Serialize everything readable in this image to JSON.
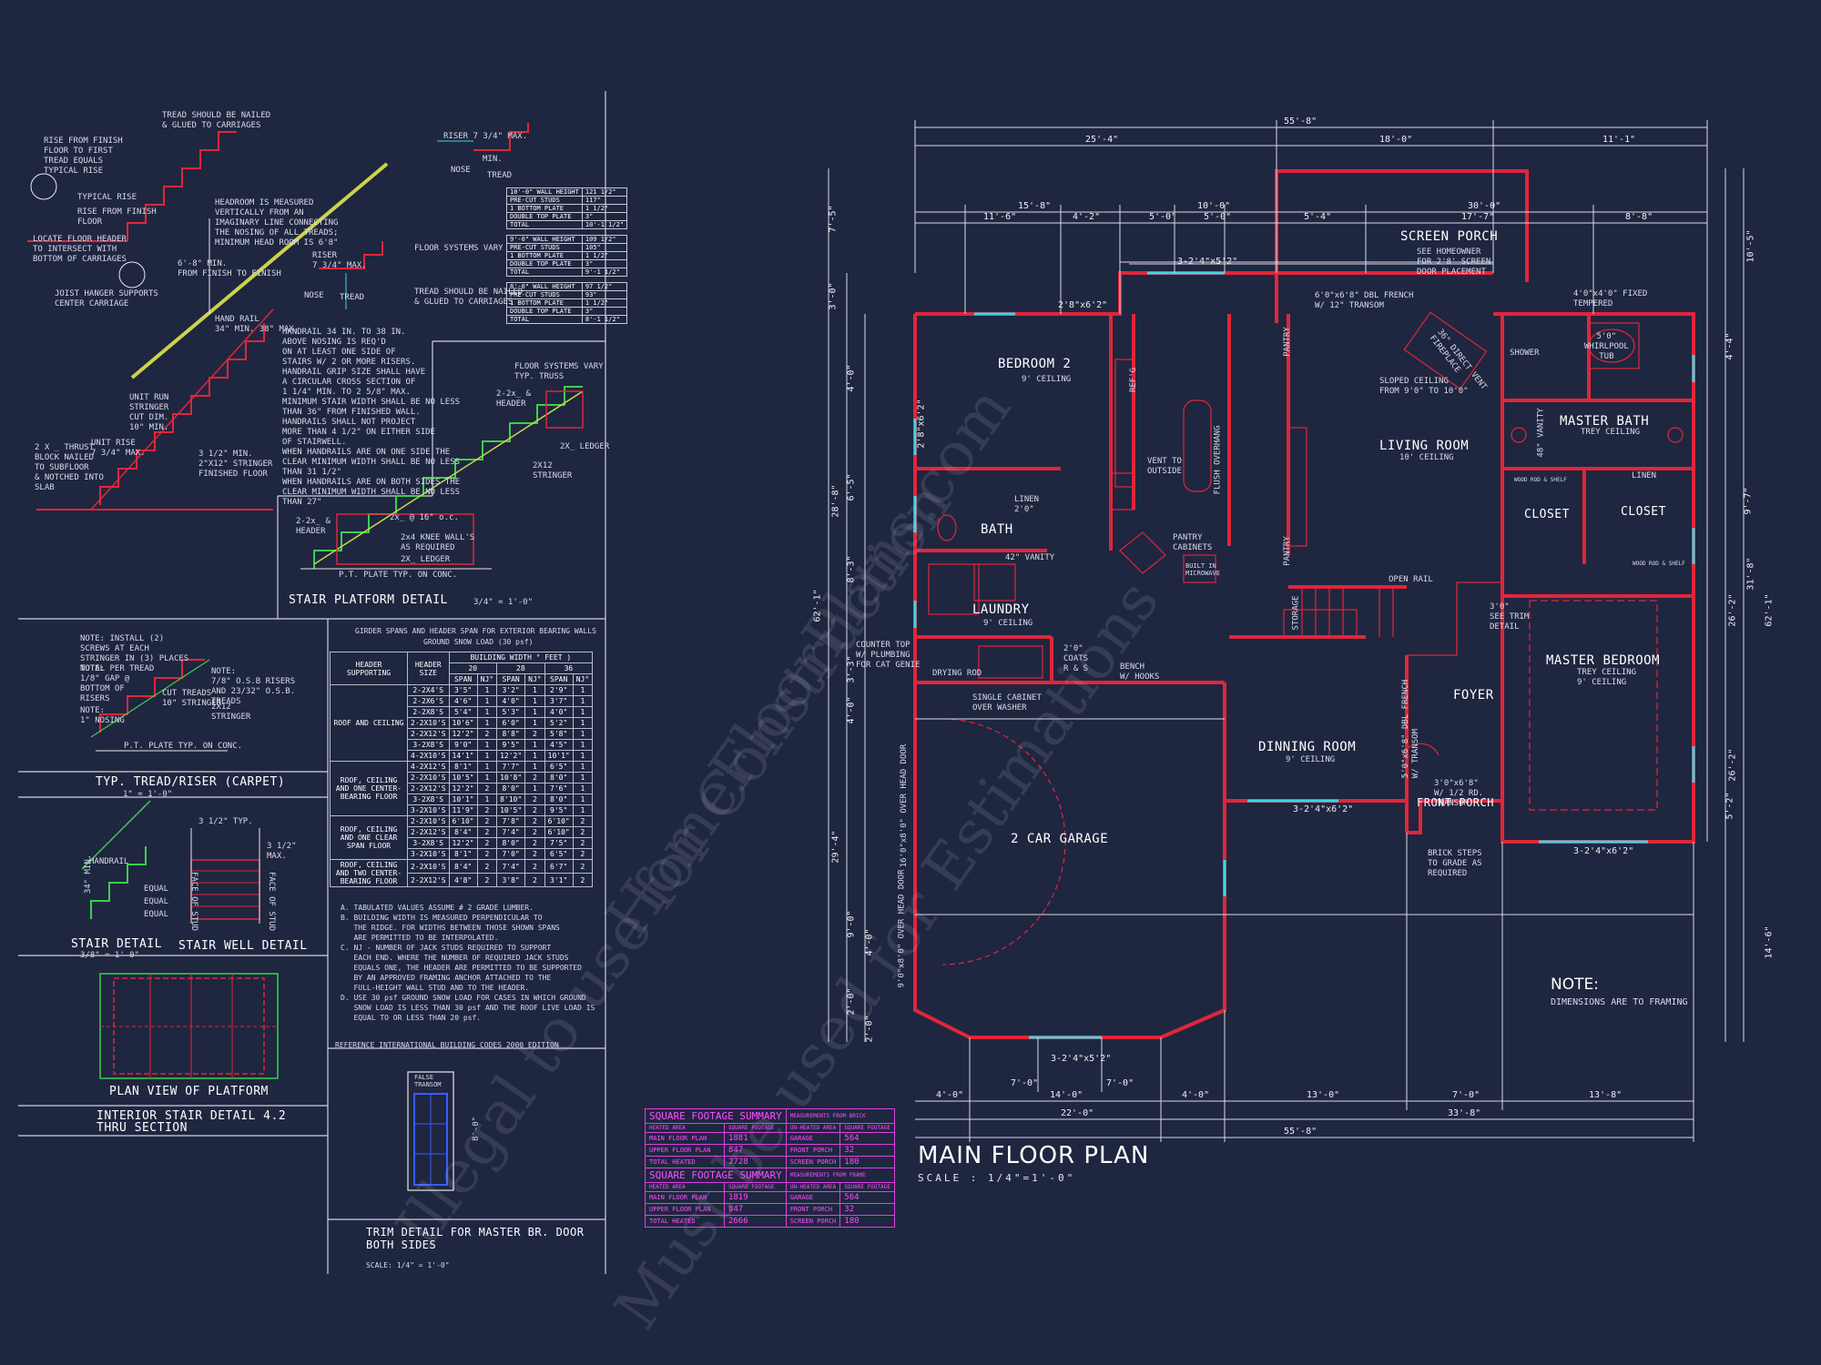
{
  "plan": {
    "title": "MAIN FLOOR PLAN",
    "scale": "SCALE : 1/4\"=1'-0\"",
    "note_title": "NOTE:",
    "note_text": "DIMENSIONS ARE TO FRAMING",
    "rooms": {
      "screen_porch": "SCREEN PORCH",
      "screen_porch_note": "SEE HOMEOWNER\nFOR 2'8' SCREEN\nDOOR PLACEMENT",
      "bedroom2": "BEDROOM 2",
      "bedroom2_ceiling": "9' CEILING",
      "living_room": "LIVING ROOM",
      "living_ceiling": "10' CEILING",
      "master_bath": "MASTER BATH",
      "master_bath_ceiling": "TREY CEILING",
      "bath": "BATH",
      "laundry": "LAUNDRY",
      "laundry_ceiling": "9' CEILING",
      "closet1": "CLOSET",
      "closet2": "CLOSET",
      "master_bedroom": "MASTER BEDROOM",
      "master_bedroom_ceiling": "TREY CEILING\n9' CEILING",
      "foyer": "FOYER",
      "dining_room": "DINNING ROOM",
      "dining_ceiling": "9' CEILING",
      "garage": "2 CAR GARAGE",
      "front_porch": "FRONT PORCH",
      "pantry1": "PANTRY",
      "pantry2": "PANTRY",
      "storage": "STORAGE",
      "linen1": "LINEN\n2'0\"",
      "linen2": "LINEN",
      "shower": "SHOWER",
      "whirlpool": "5'0\"\nWHIRLPOOL\nTUB",
      "vanity42": "42\" VANITY",
      "vanity48": "48\" VANITY",
      "coats": "2'0\"\nCOATS\nR & S",
      "bench": "BENCH\nW/ HOOKS",
      "pantry_cabinets": "PANTRY\nCABINETS",
      "built_in": "BUILT IN\nMICROWAVE",
      "vent": "VENT TO\nOUTSIDE",
      "flush": "FLUSH OVERHANG",
      "ref": "REF'G",
      "sloped": "SLOPED CEILING\nFROM 9'0\" TO 10'0\"",
      "open_rail": "OPEN RAIL",
      "brick_steps": "BRICK STEPS\nTO GRADE AS\nREQUIRED",
      "single_cabinet": "SINGLE CABINET\nOVER WASHER",
      "drying_rod": "DRYING ROD",
      "counter_top": "COUNTER TOP\nW/ PLUMBING\nFOR CAT GENIE",
      "fixed_tempered": "4'0\"x4'0\" FIXED\nTEMPERED",
      "french_door": "6'0\"x6'8\" DBL FRENCH\nW/ 12\" TRANSOM",
      "fireplace": "36\" DIRECT VENT\nFIREPLACE",
      "see_trim": "3'0\"\nSEE TRIM\nDETAIL",
      "over_head_1": "16'0\"x8'0\" OVER HEAD DOOR",
      "over_head_2": "9'0\"x8'0\" OVER HEAD DOOR",
      "front_door": "3'0\"x6'8\"\nW/ 1/2 RD.\nTRANSOM",
      "dbl_french_side": "5'0\"x6'8\" DBL FRENCH\nW/ TRANSOM",
      "wrap_rod": "WOOD ROD & SHELF"
    },
    "dims_top": [
      "55'-8\"",
      "25'-4\"",
      "18'-0\"",
      "11'-1\"",
      "15'-8\"",
      "10'-0\"",
      "11'-6\"",
      "4'-2\"",
      "5'-0\"",
      "5'-0\"",
      "5'-4\"",
      "30'-0\"",
      "17'-7\"",
      "8'-8\""
    ],
    "dims_bottom": [
      "4'-0\"",
      "14'-0\"",
      "4'-0\"",
      "13'-0\"",
      "7'-0\"",
      "13'-8\"",
      "22'-0\"",
      "33'-8\"",
      "55'-8\"",
      "7'-0\"",
      "7'-0\""
    ],
    "dims_left": [
      "7'-5\"",
      "3'-0\"",
      "4'-0\"",
      "28'-8\"",
      "62'-1\"",
      "6'-5\"",
      "8'-3\"",
      "3'-3\"",
      "4'-0\"",
      "29'-4\"",
      "9'-0\"",
      "2'-0\"",
      "4'-0\"",
      "2'-0\""
    ],
    "dims_right": [
      "10'-5\"",
      "4'-4\"",
      "26'-2\"",
      "9'-7\"",
      "31'-8\"",
      "62'-1\"",
      "14'-6\"",
      "26'-2\"",
      "5'-2\""
    ],
    "window_labels": [
      "3-2'4\"x5'2\"",
      "2'8\"x6'2\"",
      "3-2'4\"x6'2\"",
      "3-2'4\"x5'2\"",
      "3-2'4\"x6'2\"",
      "2'8\"x6'2\""
    ]
  },
  "sqft_tables": [
    {
      "title": "SQUARE FOOTAGE SUMMARY",
      "subtitle": "MEASUREMENTS FROM BRICK",
      "headers": [
        "HEATED AREA",
        "SQUARE FOOTAGE",
        "UN-HEATED AREA",
        "SQUARE FOOTAGE"
      ],
      "rows": [
        [
          "MAIN FLOOR PLAN",
          "1881",
          "GARAGE",
          "564"
        ],
        [
          "UPPER FLOOR PLAN",
          "847",
          "FRONT PORCH",
          "32"
        ],
        [
          "TOTAL HEATED",
          "2728",
          "SCREEN PORCH",
          "180"
        ]
      ]
    },
    {
      "title": "SQUARE FOOTAGE SUMMARY",
      "subtitle": "MEASUREMENTS FROM FRAME",
      "headers": [
        "HEATED AREA",
        "SQUARE FOOTAGE",
        "UN-HEATED AREA",
        "SQUARE FOOTAGE"
      ],
      "rows": [
        [
          "MAIN FLOOR PLAN",
          "1819",
          "GARAGE",
          "564"
        ],
        [
          "UPPER FLOOR PLAN",
          "847",
          "FRONT PORCH",
          "32"
        ],
        [
          "TOTAL HEATED",
          "2666",
          "SCREEN PORCH",
          "180"
        ]
      ]
    }
  ],
  "stair_section": {
    "notes_top": "TREAD SHOULD BE NAILED\n& GLUED TO CARRIAGES",
    "rise_note": "RISE FROM FINISH\nFLOOR TO FIRST\nTREAD EQUALS\nTYPICAL RISE",
    "typical_rise": "TYPICAL RISE",
    "rise_finish": "RISE FROM FINISH\nFLOOR",
    "locate_header": "LOCATE FLOOR HEADER\nTO INTERSECT WITH\nBOTTOM OF CARRIAGES",
    "headroom": "HEADROOM IS MEASURED\nVERTICALLY FROM AN\nIMAGINARY LINE CONNECTING\nTHE NOSING OF ALL TREADS;\nMINIMUM HEAD ROOM IS 6'8\"",
    "min_finish": "6'-8\" MIN.\nFROM FINISH TO FINISH",
    "joist_hanger": "JOIST HANGER SUPPORTS\nCENTER CARRIAGE",
    "hand_rail": "HAND RAIL\n34\" MIN. 38\" MAX.",
    "handrail_notes": "HANDRAIL 34 IN. TO 38 IN.\nABOVE NOSING IS REQ'D\nON AT LEAST ONE SIDE OF\nSTAIRS W/ 2 OR MORE RISERS.\nHANDRAIL GRIP SIZE SHALL HAVE\nA CIRCULAR CROSS SECTION OF\n1 1/4\" MIN. TO 2 5/8\" MAX.\nMINIMUM STAIR WIDTH SHALL BE NO LESS\nTHAN 36\" FROM FINISHED WALL.\nHANDRAILS SHALL NOT PROJECT\nMORE THAN 4 1/2\" ON EITHER SIDE\nOF STAIRWELL.\nWHEN HANDRAILS ARE ON ONE SIDE THE\nCLEAR MINIMUM WIDTH SHALL BE NO LESS\nTHAN 31 1/2\"\nWHEN HANDRAILS ARE ON BOTH SIDES THE\nCLEAR MINIMUM WIDTH SHALL BE NO LESS\nTHAN 27\"",
    "unit_run": "UNIT RUN\nSTRINGER\nCUT DIM.\n10\" MIN.",
    "unit_rise": "UNIT RISE\n7 3/4\" MAX.",
    "thrust": "2 X _ THRUST\nBLOCK NAILED\nTO SUBFLOOR\n& NOTCHED INTO\nSLAB",
    "stringer_notes": "3 1/2\" MIN.\n2\"X12\" STRINGER\nFINISHED FLOOR",
    "riser_max": "RISER 7 3/4\" MAX.",
    "min": "MIN.",
    "nose": "NOSE",
    "tread": "TREAD",
    "riser2": "RISER\n7 3/4\" MAX.",
    "nose2": "NOSE",
    "tread2": "TREAD",
    "floor_vary": "FLOOR SYSTEMS VARY",
    "tread_nailed": "TREAD SHOULD BE NAILED\n& GLUED TO CARRIAGES"
  },
  "wall_tables": [
    [
      [
        "10'-0\" WALL HEIGHT",
        "121 1/2\""
      ],
      [
        "PRE-CUT STUDS",
        "117\""
      ],
      [
        "1 BOTTOM PLATE",
        "1 1/2\""
      ],
      [
        "DOUBLE TOP PLATE",
        "3\""
      ],
      [
        "TOTAL",
        "10'-1 1/2\""
      ]
    ],
    [
      [
        "9'-0\" WALL HEIGHT",
        "109 1/2\""
      ],
      [
        "PRE-CUT STUDS",
        "105\""
      ],
      [
        "1 BOTTOM PLATE",
        "1 1/2\""
      ],
      [
        "DOUBLE TOP PLATE",
        "3\""
      ],
      [
        "TOTAL",
        "9'-1 1/2\""
      ]
    ],
    [
      [
        "8'-0\" WALL HEIGHT",
        "97 1/2\""
      ],
      [
        "PRE-CUT STUDS",
        "93\""
      ],
      [
        "1 BOTTOM PLATE",
        "1 1/2\""
      ],
      [
        "DOUBLE TOP PLATE",
        "3\""
      ],
      [
        "TOTAL",
        "8'-1 1/2\""
      ]
    ]
  ],
  "platform": {
    "title": "STAIR PLATFORM DETAIL",
    "scale": "3/4\" = 1'-0\"",
    "floor_vary": "FLOOR SYSTEMS VARY\nTYP. TRUSS",
    "header": "2-2x_ &\nHEADER",
    "ledger": "2X_ LEDGER",
    "stringer": "2X12\nSTRINGER",
    "header2": "2-2x_ &\nHEADER",
    "knee_wall": "2x4 KNEE WALL'S\nAS REQUIRED",
    "x16": "2x_ @ 16\" o.c.",
    "ledger2": "2X_ LEDGER",
    "pt_plate": "P.T. PLATE TYP. ON CONC."
  },
  "tread_riser": {
    "title": "TYP. TREAD/RISER (CARPET)",
    "scale": "1\" = 1'-0\"",
    "note1": "NOTE: INSTALL (2)\nSCREWS AT EACH\nSTRINGER IN (3) PLACES\nTOTAL PER TREAD",
    "note2": "NOTE:\n1/8\" GAP @\nBOTTOM OF\nRISERS",
    "cut_treads": "CUT TREADS\n10\" STRINGER",
    "note3": "NOTE:\n7/8\" O.S.B RISERS\nAND 23/32\" O.S.B.\nTREADS",
    "stringer": "2X12\nSTRINGER",
    "nosing": "NOTE:\n1\" NOSING",
    "pt_plate": "P.T. PLATE TYP. ON CONC."
  },
  "stair_detail": {
    "title": "STAIR DETAIL",
    "scale": "3/8\" = 1'-0\"",
    "well_title": "STAIR WELL DETAIL",
    "handrail": "HANDRAIL",
    "height": "34\" MIN.",
    "equal": "EQUAL",
    "face_stud": "FACE OF STUD",
    "typ": "3 1/2\" TYP.",
    "max": "3 1/2\"\nMAX."
  },
  "platform_plan": {
    "title": "PLAN VIEW OF PLATFORM",
    "section_title": "INTERIOR STAIR DETAIL    4.2\nTHRU SECTION"
  },
  "girder": {
    "title": "GIRDER SPANS  AND HEADER SPAN  FOR EXTERIOR BEARING WALLS",
    "subtitle": "GROUND SNOW LOAD (30 psf)",
    "width_header": "BUILDING WIDTH ° FEET )",
    "col_supporting": "HEADER SUPPORTING",
    "col_size": "HEADER SIZE",
    "widths": [
      "20",
      "28",
      "36"
    ],
    "span": "SPAN",
    "nj": "NJ°",
    "groups": [
      {
        "name": "ROOF AND CEILING",
        "rows": [
          [
            "2-2X4'S",
            "3'5\"",
            "1",
            "3'2\"",
            "1",
            "2'9\"",
            "1"
          ],
          [
            "2-2X6'S",
            "4'6\"",
            "1",
            "4'0\"",
            "1",
            "3'7\"",
            "1"
          ],
          [
            "2-2X8'S",
            "5'4\"",
            "1",
            "5'3\"",
            "1",
            "4'0\"",
            "1"
          ],
          [
            "2-2X10'S",
            "10'6\"",
            "1",
            "6'0\"",
            "1",
            "5'2\"",
            "1"
          ],
          [
            "2-2X12'S",
            "12'2\"",
            "2",
            "8'8\"",
            "2",
            "5'8\"",
            "1"
          ],
          [
            "3-2X8'S",
            "9'0\"",
            "1",
            "9'5\"",
            "1",
            "4'5\"",
            "1"
          ],
          [
            "4-2X10'S",
            "14'1\"",
            "1",
            "12'2\"",
            "1",
            "10'1\"",
            "1"
          ]
        ]
      },
      {
        "name": "ROOF, CEILING AND ONE CENTER-BEARING FLOOR",
        "rows": [
          [
            "4-2X12'S",
            "8'1\"",
            "1",
            "7'7\"",
            "1",
            "6'5\"",
            "1"
          ],
          [
            "2-2X10'S",
            "10'5\"",
            "1",
            "10'8\"",
            "2",
            "8'0\"",
            "1"
          ],
          [
            "2-2X12'S",
            "12'2\"",
            "2",
            "8'0\"",
            "1",
            "7'6\"",
            "1"
          ],
          [
            "3-2X8'S",
            "10'1\"",
            "1",
            "8'10\"",
            "2",
            "8'0\"",
            "1"
          ],
          [
            "3-2X10'S",
            "11'9\"",
            "2",
            "10'5\"",
            "2",
            "9'5\"",
            "1"
          ]
        ]
      },
      {
        "name": "ROOF, CEILING AND ONE CLEAR SPAN FLOOR",
        "rows": [
          [
            "2-2X10'S",
            "6'10\"",
            "2",
            "7'8\"",
            "2",
            "6'10\"",
            "2"
          ],
          [
            "2-2X12'S",
            "8'4\"",
            "2",
            "7'4\"",
            "2",
            "6'10\"",
            "2"
          ],
          [
            "3-2X8'S",
            "12'2\"",
            "2",
            "8'0\"",
            "2",
            "7'5\"",
            "2"
          ],
          [
            "3-2X10'S",
            "8'1\"",
            "2",
            "7'0\"",
            "2",
            "6'5\"",
            "2"
          ]
        ]
      },
      {
        "name": "ROOF, CEILING AND TWO CENTER-BEARING FLOOR",
        "rows": [
          [
            "2-2X10'S",
            "8'4\"",
            "2",
            "7'4\"",
            "2",
            "6'7\"",
            "2"
          ],
          [
            "2-2X12'S",
            "4'8\"",
            "2",
            "3'8\"",
            "2",
            "3'1\"",
            "2"
          ]
        ]
      }
    ],
    "notes": "A. TABULATED VALUES ASSUME # 2 GRADE LUMBER.\nB. BUILDING WIDTH IS MEASURED PERPENDICULAR TO\n   THE RIDGE. FOR WIDTHS BETWEEN THOSE SHOWN SPANS\n   ARE PERMITTED TO BE INTERPOLATED.\nC. NJ - NUMBER OF JACK STUDS REQUIRED TO SUPPORT\n   EACH END. WHERE THE NUMBER OF REQUIRED JACK STUDS\n   EQUALS ONE, THE HEADER ARE PERMITTED TO BE SUPPORTED\n   BY AN APPROVED FRAMING ANCHOR ATTACHED TO THE\n   FULL-HEIGHT WALL STUD AND TO THE HEADER.\nD. USE 30 psf GROUND SNOW LOAD FOR CASES IN WHICH GROUND\n   SNOW LOAD IS LESS THAN 30 psf AND THE ROOF LIVE LOAD IS\n   EQUAL TO OR LESS THAN 20 psf.",
    "reference": "REFERENCE INTERNATIONAL BUILDING CODES 2000 EDITION"
  },
  "trim": {
    "title": "TRIM DETAIL FOR MASTER BR. DOOR\nBOTH SIDES",
    "scale": "SCALE:  1/4\" = 1'-0\"",
    "false_transom": "FALSE\nTRANSOM",
    "height": "8'-0\""
  },
  "watermark": [
    "HomeFloorPlans.com",
    "Illegal to use for Construction",
    "Must be used for Estimations"
  ],
  "colors": {
    "background": "#1f2640",
    "wall": "#e0263a",
    "dim": "#e8e8e8",
    "sqft": "#ff44ff",
    "accent_green": "#39d14a",
    "accent_cyan": "#38d7e6"
  }
}
